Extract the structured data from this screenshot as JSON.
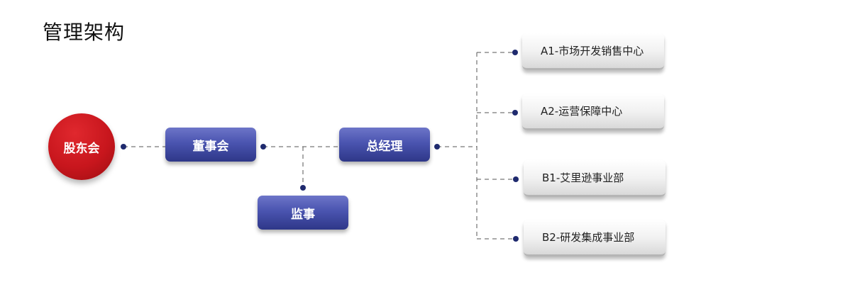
{
  "title": "管理架构",
  "nodes": {
    "shareholders": "股东会",
    "board": "董事会",
    "supervisor": "监事",
    "general_manager": "总经理",
    "departments": [
      "A1-市场开发销售中心",
      "A2-运营保障中心",
      "B1-艾里逊事业部",
      "B2-研发集成事业部"
    ]
  },
  "colors": {
    "circle": "#c8161d",
    "blue_node": "#4a54b0",
    "connector": "#555555",
    "dot": "#1f2a6e"
  }
}
